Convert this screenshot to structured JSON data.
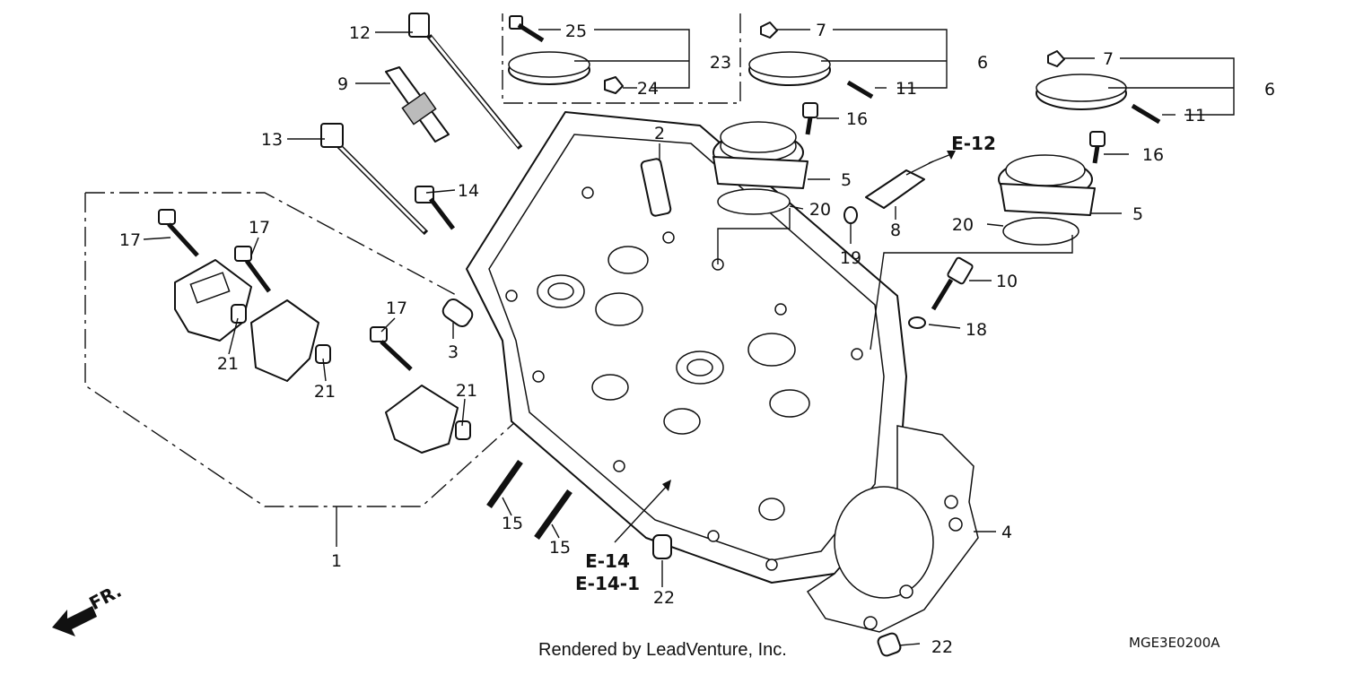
{
  "callouts": {
    "c1": "1",
    "c2": "2",
    "c3": "3",
    "c4": "4",
    "c5a": "5",
    "c5b": "5",
    "c6a": "6",
    "c6b": "6",
    "c7a": "7",
    "c7b": "7",
    "c8": "8",
    "c9": "9",
    "c10": "10",
    "c11a": "11",
    "c11b": "11",
    "c12": "12",
    "c13": "13",
    "c14": "14",
    "c15a": "15",
    "c15b": "15",
    "c16a": "16",
    "c16b": "16",
    "c17a": "17",
    "c17b": "17",
    "c17c": "17",
    "c18": "18",
    "c19": "19",
    "c20a": "20",
    "c20b": "20",
    "c21a": "21",
    "c21b": "21",
    "c21c": "21",
    "c22a": "22",
    "c22b": "22",
    "c23": "23",
    "c24": "24",
    "c25": "25"
  },
  "references": {
    "e12": "E-12",
    "e14": "E-14",
    "e14_1": "E-14-1"
  },
  "front_marker": "FR.",
  "credit": "Rendered by LeadVenture, Inc.",
  "diagram_code": "MGE3E0200A"
}
